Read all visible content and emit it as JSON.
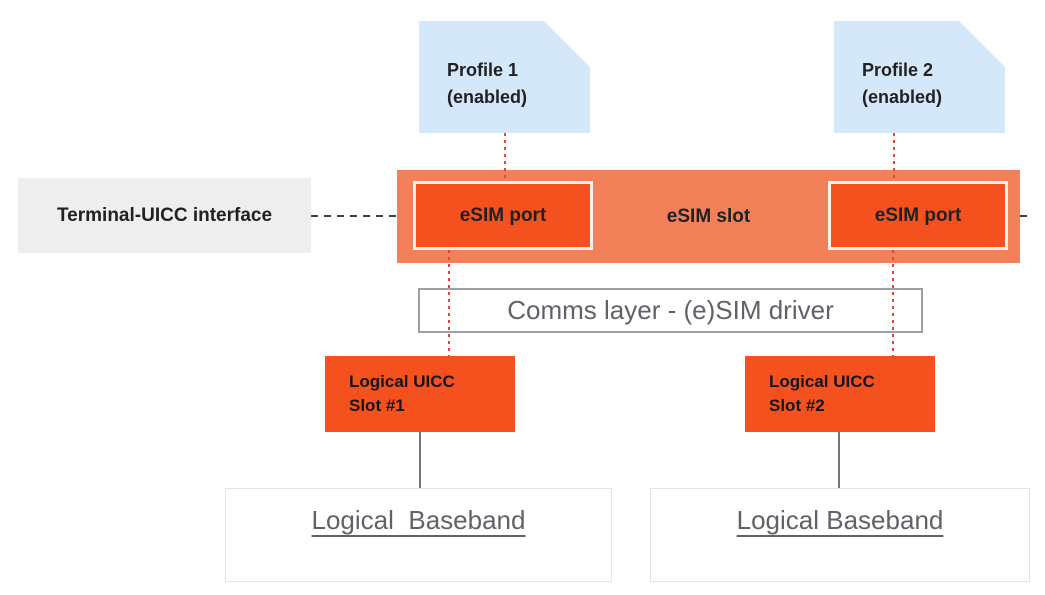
{
  "colors": {
    "light_blue": "#D5E8FA",
    "salmon_orange": "#F2815A",
    "bright_orange": "#F4511E",
    "light_gray_box": "#EEEEEE",
    "dark_text": "#202124",
    "gray_text": "#5F6368",
    "red_line": "#EA4335",
    "dash_line": "#3C4043",
    "connector_line": "#757575",
    "comms_border": "#9AA0A6",
    "baseband_border": "#E4E4E4"
  },
  "profiles": [
    {
      "title": "Profile 1",
      "subtitle": "(enabled)"
    },
    {
      "title": "Profile 2",
      "subtitle": "(enabled)"
    }
  ],
  "terminal_interface": {
    "label": "Terminal-UICC interface"
  },
  "esim_slot": {
    "label": "eSIM slot",
    "ports": [
      {
        "label": "eSIM port"
      },
      {
        "label": "eSIM port"
      }
    ]
  },
  "comms_layer": {
    "label": "Comms layer - (e)SIM driver"
  },
  "uicc_slots": [
    {
      "line1": "Logical UICC",
      "line2": "Slot #1"
    },
    {
      "line1": "Logical UICC",
      "line2": "Slot #2"
    }
  ],
  "basebands": [
    {
      "label": "Logical  Baseband"
    },
    {
      "label": "Logical Baseband"
    }
  ]
}
